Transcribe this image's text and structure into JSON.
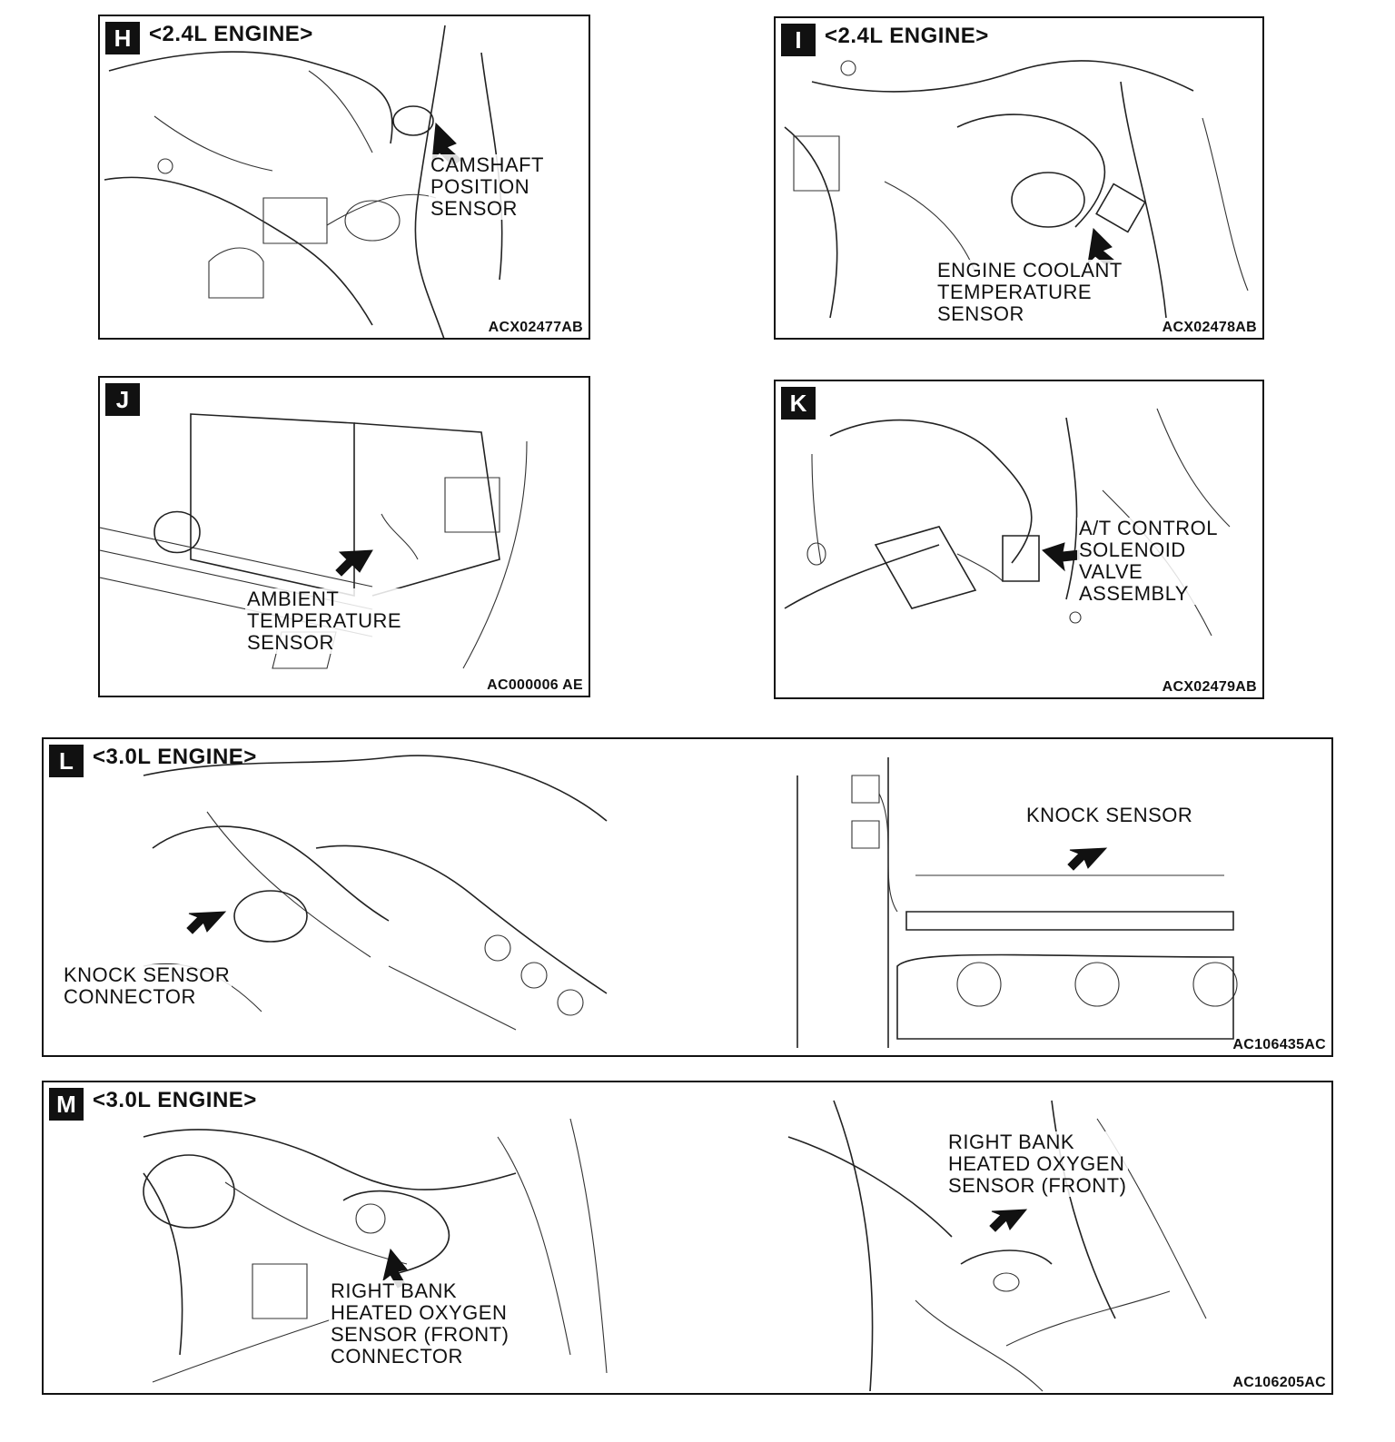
{
  "panels": {
    "h": {
      "letter": "H",
      "engine": "<2.4L ENGINE>",
      "label": [
        "CAMSHAFT",
        "POSITION",
        "SENSOR"
      ],
      "code": "ACX02477AB"
    },
    "i": {
      "letter": "I",
      "engine": "<2.4L ENGINE>",
      "label": [
        "ENGINE COOLANT",
        "TEMPERATURE",
        "SENSOR"
      ],
      "code": "ACX02478AB"
    },
    "j": {
      "letter": "J",
      "label": [
        "AMBIENT",
        "TEMPERATURE",
        "SENSOR"
      ],
      "code": "AC000006 AE"
    },
    "k": {
      "letter": "K",
      "label": [
        "A/T CONTROL",
        "SOLENOID",
        "VALVE",
        "ASSEMBLY"
      ],
      "code": "ACX02479AB"
    },
    "l": {
      "letter": "L",
      "engine": "<3.0L ENGINE>",
      "label_left": [
        "KNOCK SENSOR",
        "CONNECTOR"
      ],
      "label_right": [
        "KNOCK SENSOR"
      ],
      "code": "AC106435AC"
    },
    "m": {
      "letter": "M",
      "engine": "<3.0L ENGINE>",
      "label_left": [
        "RIGHT BANK",
        "HEATED OXYGEN",
        "SENSOR (FRONT)",
        "CONNECTOR"
      ],
      "label_right": [
        "RIGHT BANK",
        "HEATED OXYGEN",
        "SENSOR (FRONT)"
      ],
      "code": "AC106205AC"
    }
  }
}
